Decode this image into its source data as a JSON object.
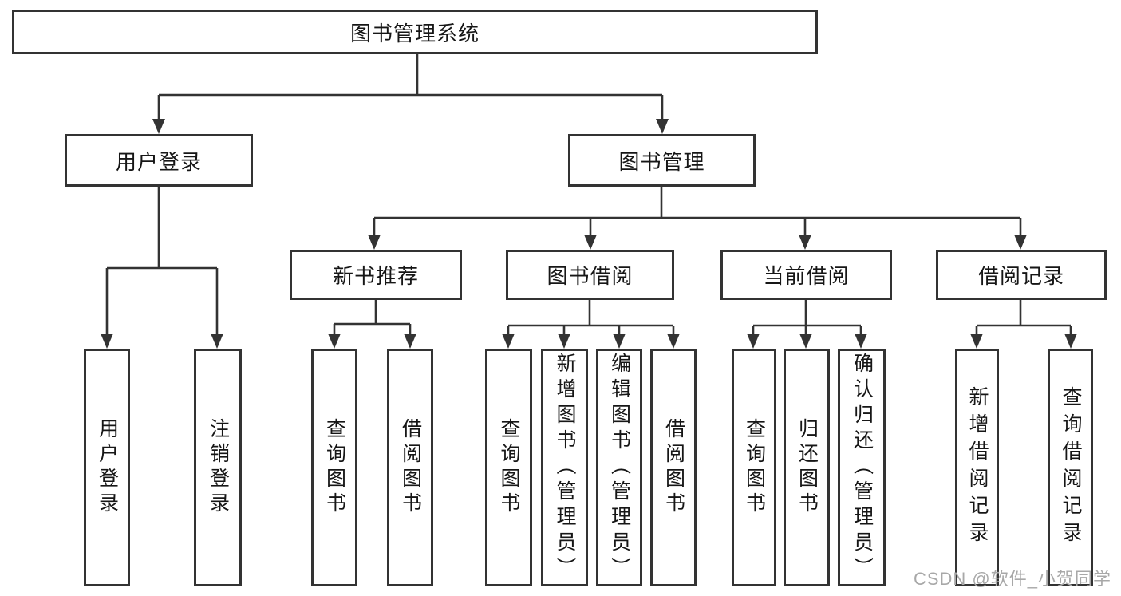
{
  "nodes": {
    "root": {
      "label": "图书管理系统"
    },
    "level2": [
      {
        "label": "用户登录",
        "parent": "图书管理系统"
      },
      {
        "label": "图书管理",
        "parent": "图书管理系统"
      }
    ],
    "level3": [
      {
        "label": "新书推荐",
        "parent": "图书管理"
      },
      {
        "label": "图书借阅",
        "parent": "图书管理"
      },
      {
        "label": "当前借阅",
        "parent": "图书管理"
      },
      {
        "label": "借阅记录",
        "parent": "图书管理"
      }
    ],
    "leaves": [
      {
        "label": "用户登录",
        "parent": "用户登录"
      },
      {
        "label": "注销登录",
        "parent": "用户登录"
      },
      {
        "label": "查询图书",
        "parent": "新书推荐"
      },
      {
        "label": "借阅图书",
        "parent": "新书推荐"
      },
      {
        "label": "查询图书",
        "parent": "图书借阅"
      },
      {
        "label": "新增图书（管理员）",
        "parent": "图书借阅"
      },
      {
        "label": "编辑图书（管理员）",
        "parent": "图书借阅"
      },
      {
        "label": "借阅图书",
        "parent": "图书借阅"
      },
      {
        "label": "查询图书",
        "parent": "当前借阅"
      },
      {
        "label": "归还图书",
        "parent": "当前借阅"
      },
      {
        "label": "确认归还（管理员）",
        "parent": "当前借阅"
      },
      {
        "label": "新增借阅记录",
        "parent": "借阅记录"
      },
      {
        "label": "查询借阅记录",
        "parent": "借阅记录"
      }
    ]
  },
  "watermark": {
    "text": "CSDN @软件_小贺同学"
  },
  "colors": {
    "line": "#333333",
    "text": "#161616",
    "background": "#ffffff",
    "watermark": "#a8a8a8"
  }
}
